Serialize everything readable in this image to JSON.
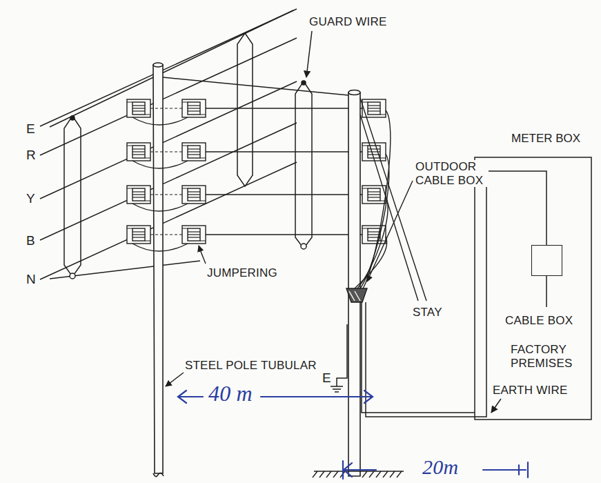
{
  "diagram": {
    "nodes": [
      {
        "text": [
          "METER BOX"
        ]
      }
    ],
    "labels": [
      "GUARD WIRE",
      "E",
      "R",
      "Y",
      "B",
      "N",
      "OUTDOOR CABLE BOX",
      "STAY",
      "CABLE BOX",
      "FACTORY PREMISES",
      "JUMPERING",
      "STEEL POLE TUBULAR",
      "EARTH WIRE",
      "E",
      "40 m",
      "20m"
    ]
  }
}
